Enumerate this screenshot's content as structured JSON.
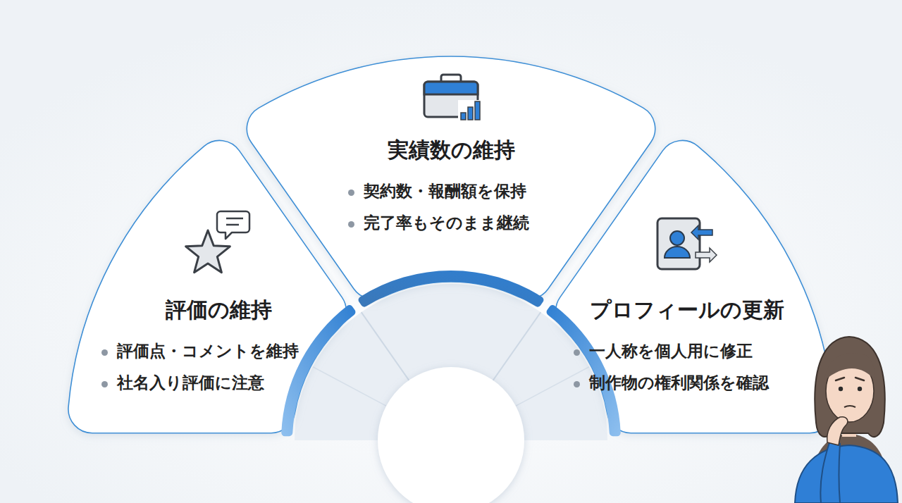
{
  "diagram": {
    "nodes": [
      {
        "text": [
          "評価の維持",
          "評価点・コメントを維持",
          "社名入り評価に注意"
        ]
      },
      {
        "text": [
          "実績数の維持",
          "契約数・報酬額を保持",
          "完了率もそのまま継続"
        ]
      },
      {
        "text": [
          "プロフィールの更新",
          "一人称を個人用に修正",
          "制作物の権利関係を確認"
        ]
      }
    ]
  }
}
